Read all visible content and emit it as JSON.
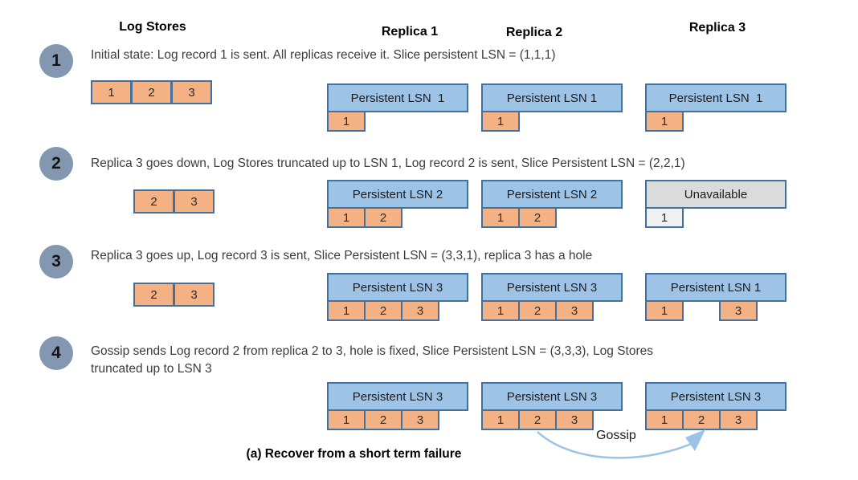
{
  "palette": {
    "box_blue": "#9DC3E6",
    "box_border": "#41719C",
    "record_orange": "#F4B183",
    "unavailable_gray": "#DBDBDB",
    "unavailable_record_gray": "#F0F0F0",
    "step_circle_blue_gray": "#8497B0",
    "arrow_blue": "#9CC2E6"
  },
  "headers": {
    "log_stores": "Log Stores",
    "replica_1": "Replica 1",
    "replica_2": "Replica 2",
    "replica_3": "Replica 3"
  },
  "steps": [
    {
      "number": "1",
      "lines": [
        "Initial state: Log record 1 is sent. All replicas receive it. Slice persistent LSN = (1,1,1)"
      ],
      "log_store": [
        "1",
        "2",
        "3"
      ],
      "replicas": [
        {
          "label": "Persistent LSN  1",
          "records": [
            "1"
          ]
        },
        {
          "label": "Persistent LSN 1",
          "records": [
            "1"
          ]
        },
        {
          "label": "Persistent LSN  1",
          "records": [
            "1"
          ]
        }
      ]
    },
    {
      "number": "2",
      "lines": [
        "Replica 3 goes down, Log Stores truncated up to LSN 1, Log record  2 is sent, Slice Persistent LSN = (2,2,1)"
      ],
      "log_store": [
        "2",
        "3"
      ],
      "replicas": [
        {
          "label": "Persistent LSN 2",
          "records": [
            "1",
            "2"
          ]
        },
        {
          "label": "Persistent LSN 2",
          "records": [
            "1",
            "2"
          ]
        },
        {
          "label": "Unavailable",
          "records": [
            "1"
          ],
          "state": "unavailable"
        }
      ]
    },
    {
      "number": "3",
      "lines": [
        "Replica 3 goes up, Log record 3 is sent, Slice Persistent LSN = (3,3,1), replica 3 has a hole"
      ],
      "log_store": [
        "2",
        "3"
      ],
      "replicas": [
        {
          "label": "Persistent LSN 3",
          "records": [
            "1",
            "2",
            "3"
          ]
        },
        {
          "label": "Persistent LSN 3",
          "records": [
            "1",
            "2",
            "3"
          ]
        },
        {
          "label": "Persistent LSN 1",
          "records": [
            "1",
            "3"
          ],
          "state": "hole-at-slot-2"
        }
      ]
    },
    {
      "number": "4",
      "lines": [
        "Gossip sends Log record 2 from replica 2 to 3, hole is fixed,  Slice Persistent LSN = (3,3,3), Log Stores",
        "truncated up to LSN 3"
      ],
      "log_store": [],
      "replicas": [
        {
          "label": "Persistent LSN 3",
          "records": [
            "1",
            "2",
            "3"
          ]
        },
        {
          "label": "Persistent LSN 3",
          "records": [
            "1",
            "2",
            "3"
          ]
        },
        {
          "label": "Persistent LSN 3",
          "records": [
            "1",
            "2",
            "3"
          ]
        }
      ]
    }
  ],
  "gossip_label": "Gossip",
  "caption": "(a) Recover from a short term failure"
}
